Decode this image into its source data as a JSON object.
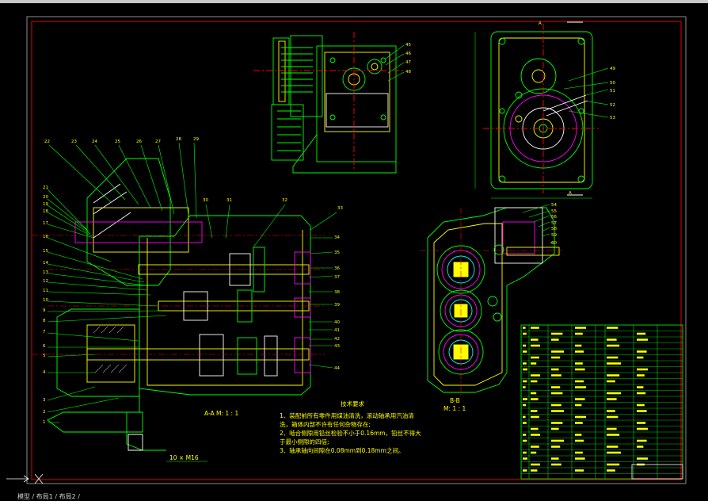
{
  "drawing": {
    "section_aa_label": "A-A  M: 1 : 1",
    "section_bb_label": "B-B",
    "section_bb_scale": "M: 1 : 1",
    "view_marker": "A",
    "bolt_label": "10 × M16",
    "notes_title": "技术要求",
    "notes": [
      "1、装配前所有零件用煤油清洗，滚动轴承用汽油清",
      "洗，箱体内部不许有任何杂物存在;",
      "2、啮合侧隙用铅丝检验不小于0.16mm，铅丝不得大",
      "于最小侧隙的四倍;",
      "3、轴承轴向间隙在0.08mm到0.18mm之间。"
    ],
    "callouts_main_top": [
      "22",
      "23",
      "24",
      "25",
      "26",
      "27",
      "28",
      "29",
      "30",
      "31",
      "32",
      "33"
    ],
    "callouts_main_left": [
      "21",
      "20",
      "19",
      "18",
      "17",
      "16",
      "15",
      "14",
      "13",
      "12",
      "11",
      "10",
      "9",
      "8",
      "7",
      "6",
      "5",
      "4",
      "3",
      "2",
      "1"
    ],
    "callouts_main_right": [
      "34",
      "35",
      "36",
      "37",
      "38",
      "39",
      "40",
      "41",
      "42",
      "43",
      "44"
    ],
    "callouts_top_view": [
      "45",
      "46",
      "47",
      "48"
    ],
    "callouts_side_view": [
      "49",
      "50",
      "51",
      "52",
      "53"
    ],
    "callouts_bb": [
      "54",
      "55",
      "56",
      "57",
      "58",
      "59",
      "60"
    ]
  },
  "statusbar": {
    "text": "模型 / 布局1 / 布局2 /"
  },
  "colors": {
    "background": "#000000",
    "green": "#00ff00",
    "yellow": "#ffff00",
    "red": "#ff0000",
    "white": "#ffffff",
    "magenta": "#ff00ff",
    "cyan": "#00ffff",
    "frame": "#c00000"
  },
  "icons": [
    "ucs-icon"
  ]
}
